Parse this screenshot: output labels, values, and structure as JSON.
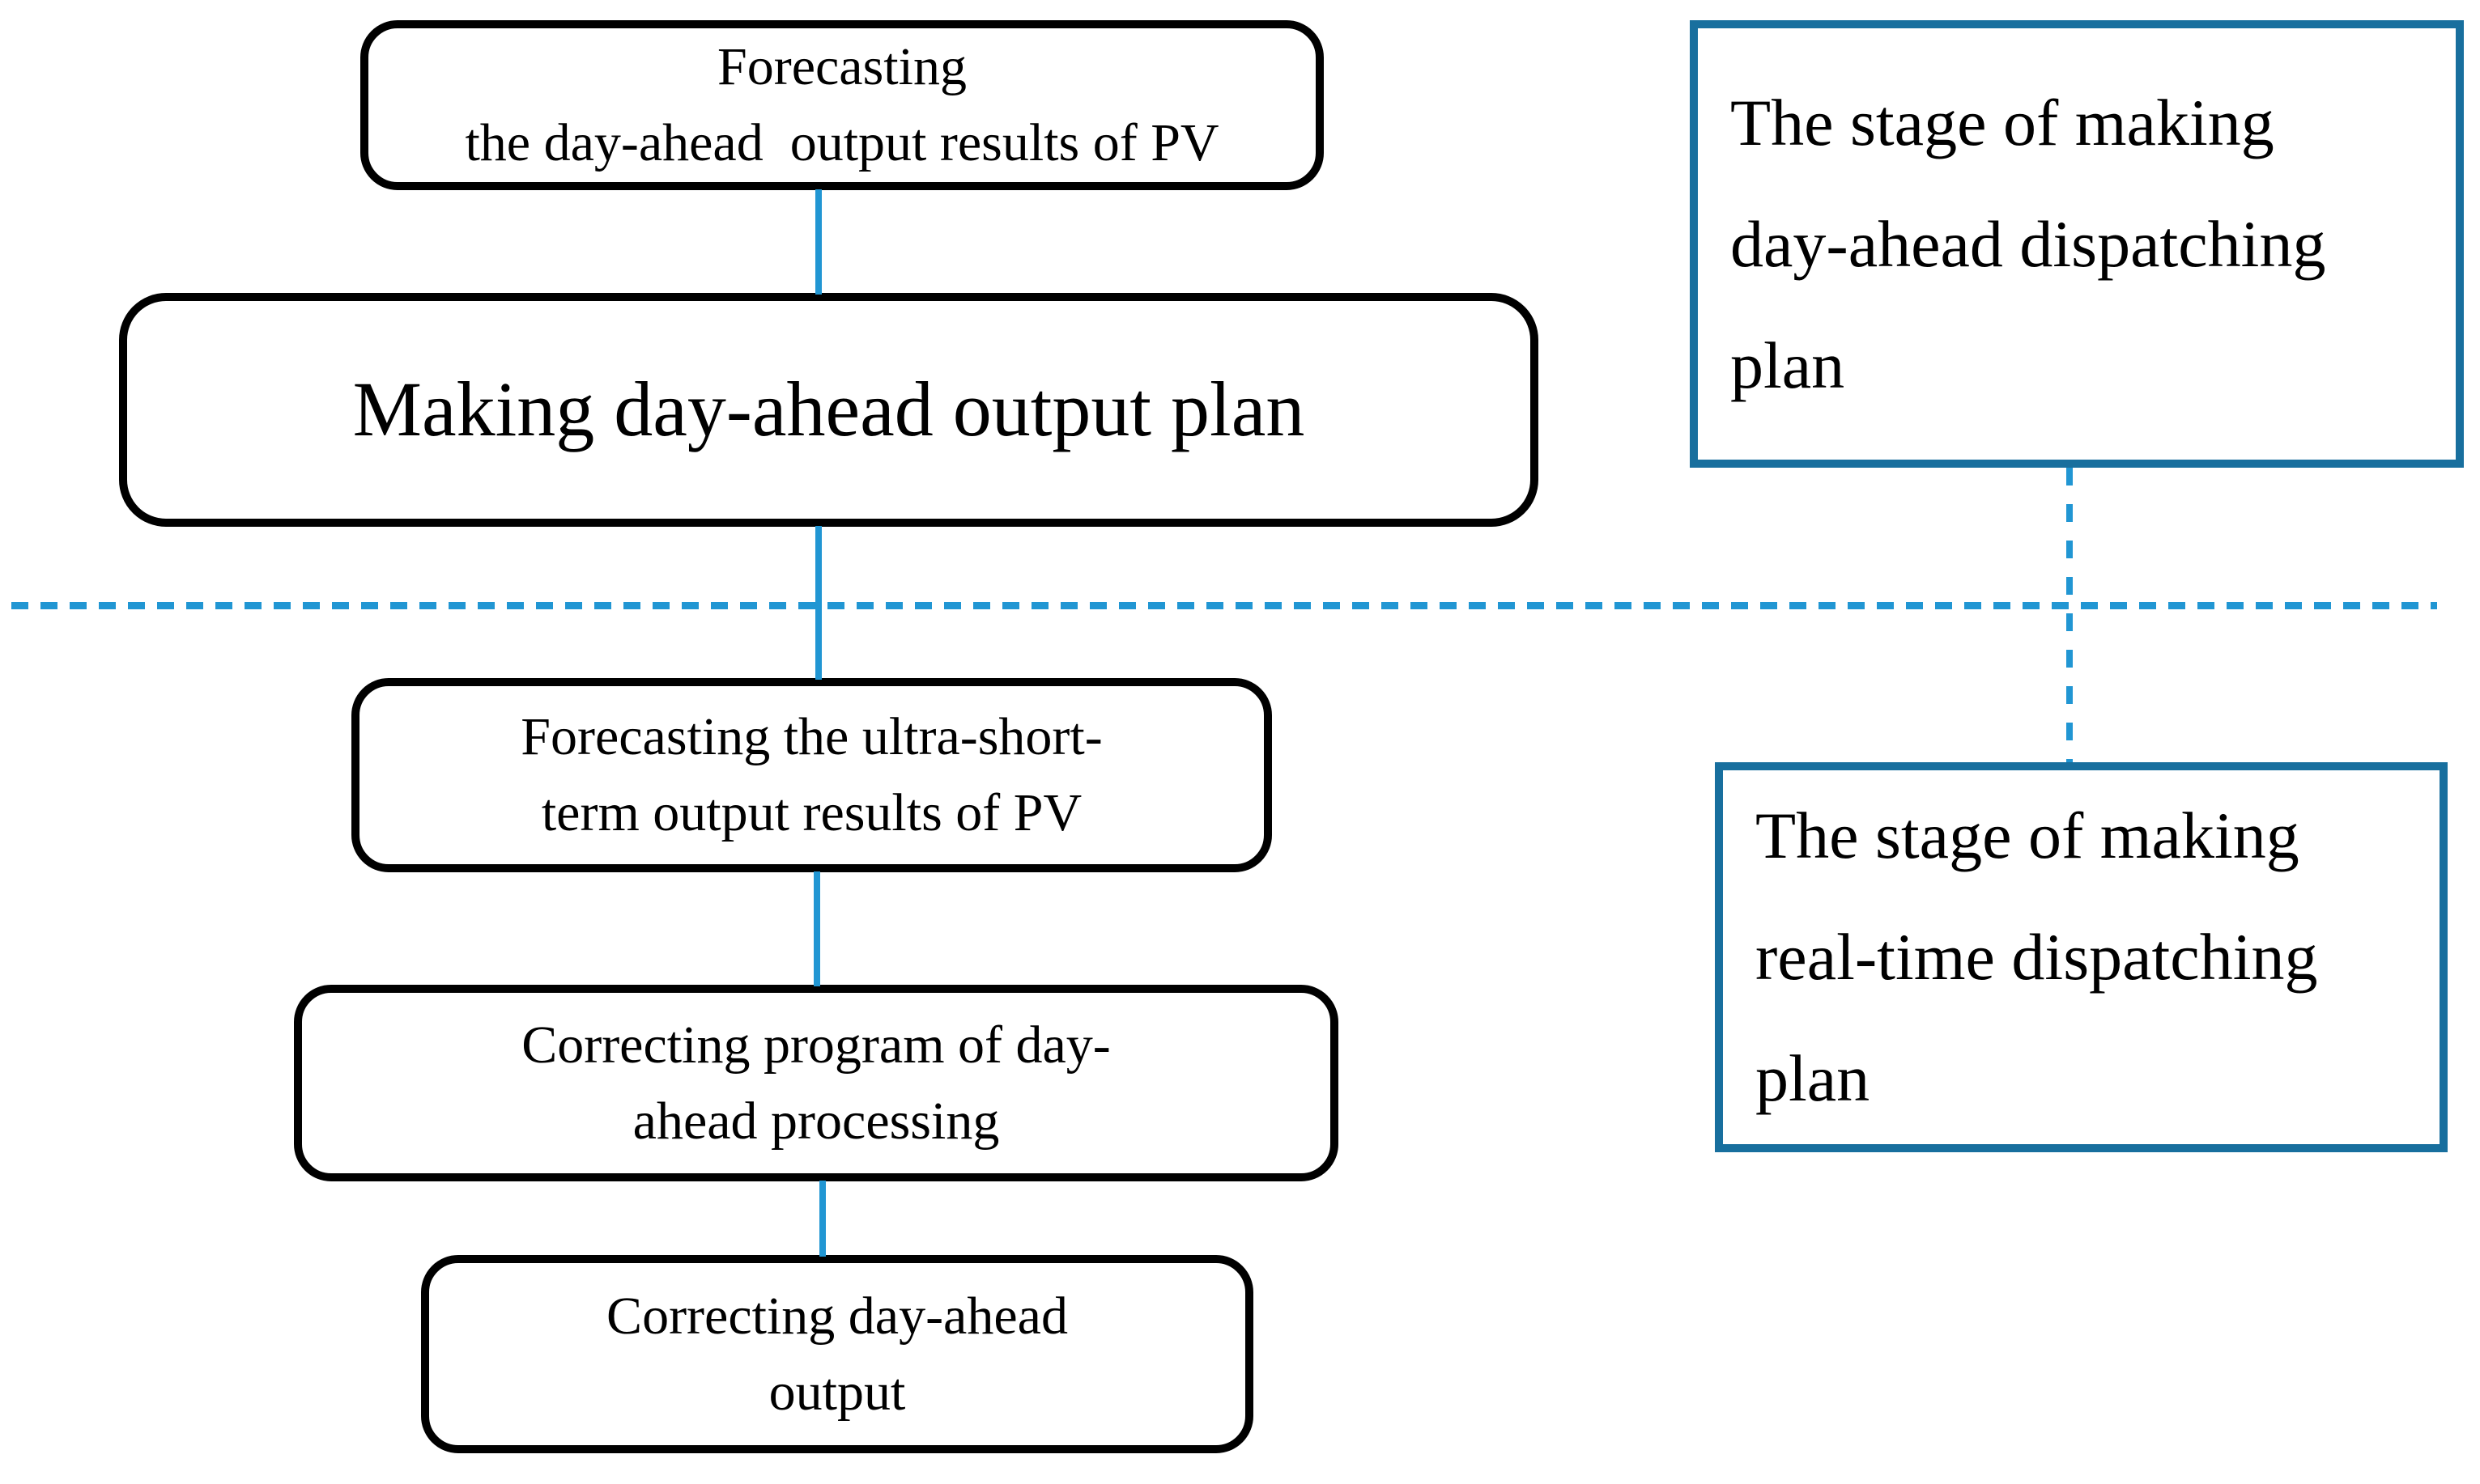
{
  "diagram": {
    "title": "PV dispatching plan flowchart",
    "colors": {
      "background": "#ffffff",
      "connector": "#2196d3",
      "stage_border": "#186f9e",
      "flow_border": "#000000",
      "text": "#000000"
    },
    "flow_boxes": [
      {
        "id": "forecast-day-ahead",
        "text": "Forecasting\nthe day-ahead  output results of PV"
      },
      {
        "id": "making-day-ahead-plan",
        "text": "Making day-ahead output plan"
      },
      {
        "id": "forecast-ultra-short-term",
        "text": "Forecasting the ultra-short-\nterm output results of PV"
      },
      {
        "id": "correcting-program",
        "text": "Correcting program of day-\nahead processing"
      },
      {
        "id": "correcting-output",
        "text": "Correcting day-ahead\noutput"
      }
    ],
    "stage_boxes": [
      {
        "id": "stage-day-ahead",
        "text": "The stage of making\nday-ahead dispatching\nplan"
      },
      {
        "id": "stage-real-time",
        "text": "The stage of making\nreal-time dispatching\nplan"
      }
    ]
  }
}
